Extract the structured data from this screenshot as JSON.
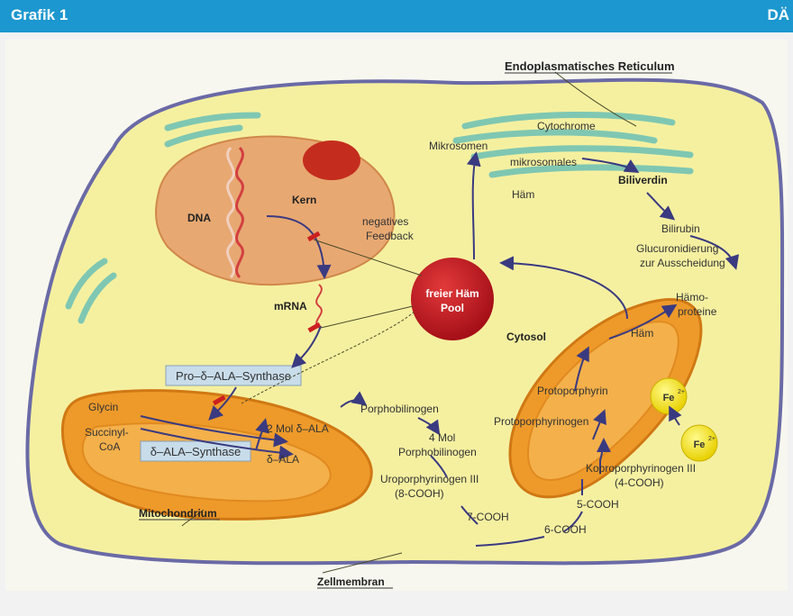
{
  "header": {
    "title": "Grafik 1",
    "brand": "DÄ"
  },
  "colors": {
    "header_bg": "#1c97cf",
    "cell_fill": "#f5f0a0",
    "membrane": "#6a6aa6",
    "nucleus": "#e8a872",
    "mito": "#ee9a2a",
    "er": "#7fc7b2",
    "heme_pool": "#c0141e",
    "arrow": "#3a3a80",
    "box_fill": "#c8dcea",
    "fe_fill": "#f5e21a"
  },
  "diagram": {
    "er_title": "Endoplasmatisches Reticulum",
    "cytochrome": "Cytochrome",
    "mikrosomen": "Mikrosomen",
    "mikrosomales": "mikrosomales",
    "biliverdin": "Biliverdin",
    "haem_er": "Häm",
    "bilirubin": "Bilirubin",
    "glucuronidierung_1": "Glucuronidierung",
    "glucuronidierung_2": "zur Ausscheidung",
    "kern": "Kern",
    "dna": "DNA",
    "mrna": "mRNA",
    "neg_feedback_1": "negatives",
    "neg_feedback_2": "Feedback",
    "pool_1": "freier Häm",
    "pool_2": "Pool",
    "cytosol": "Cytosol",
    "pro_ala_synthase": "Pro–δ–ALA–Synthase",
    "ala_synthase": "δ–ALA–Synthase",
    "glycin": "Glycin",
    "succinyl_1": "Succinyl-",
    "succinyl_2": "CoA",
    "two_mol_ala": "2 Mol δ–ALA",
    "ala": "δ–ALA",
    "porphobilinogen": "Porphobilinogen",
    "four_mol_1": "4 Mol",
    "four_mol_2": "Porphobilinogen",
    "uroporphyrinogen_1": "Uroporphyrinogen III",
    "uroporphyrinogen_2": "(8-COOH)",
    "seven_cooh": "7-COOH",
    "six_cooh": "6-COOH",
    "five_cooh": "5-COOH",
    "koproporphyrinogen_1": "Koproporphyrinogen III",
    "koproporphyrinogen_2": "(4-COOH)",
    "protoporphyrinogen": "Protoporphyrinogen",
    "protoporphyrin": "Protoporphyrin",
    "haem_mito": "Häm",
    "haemoproteine_1": "Hämo-",
    "haemoproteine_2": "proteine",
    "fe": "Fe",
    "fe_charge": "2+",
    "mitochondrium": "Mitochondrium",
    "zellmembran": "Zellmembran"
  }
}
